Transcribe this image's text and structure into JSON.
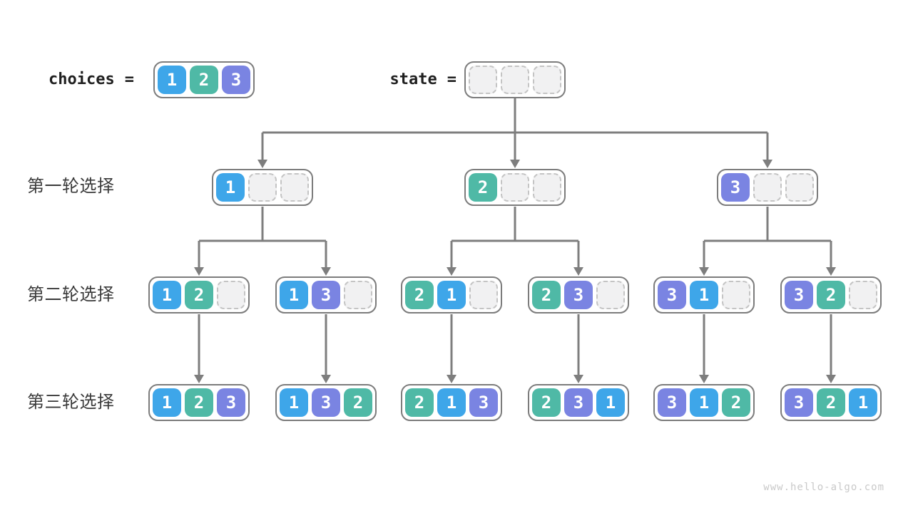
{
  "palette": {
    "1": "#3EA6E9",
    "2": "#4FB9A6",
    "3": "#7A84E2"
  },
  "header": {
    "choices_label": "choices",
    "state_label": "state",
    "equals": "=",
    "choices_cells": [
      "1",
      "2",
      "3"
    ],
    "state_cells": [
      null,
      null,
      null
    ]
  },
  "rows": [
    {
      "label": "第一轮选择",
      "nodes": [
        [
          "1",
          null,
          null
        ],
        [
          "2",
          null,
          null
        ],
        [
          "3",
          null,
          null
        ]
      ]
    },
    {
      "label": "第二轮选择",
      "nodes": [
        [
          "1",
          "2",
          null
        ],
        [
          "1",
          "3",
          null
        ],
        [
          "2",
          "1",
          null
        ],
        [
          "2",
          "3",
          null
        ],
        [
          "3",
          "1",
          null
        ],
        [
          "3",
          "2",
          null
        ]
      ]
    },
    {
      "label": "第三轮选择",
      "nodes": [
        [
          "1",
          "2",
          "3"
        ],
        [
          "1",
          "3",
          "2"
        ],
        [
          "2",
          "1",
          "3"
        ],
        [
          "2",
          "3",
          "1"
        ],
        [
          "3",
          "1",
          "2"
        ],
        [
          "3",
          "2",
          "1"
        ]
      ]
    }
  ],
  "watermark": "www.hello-algo.com"
}
